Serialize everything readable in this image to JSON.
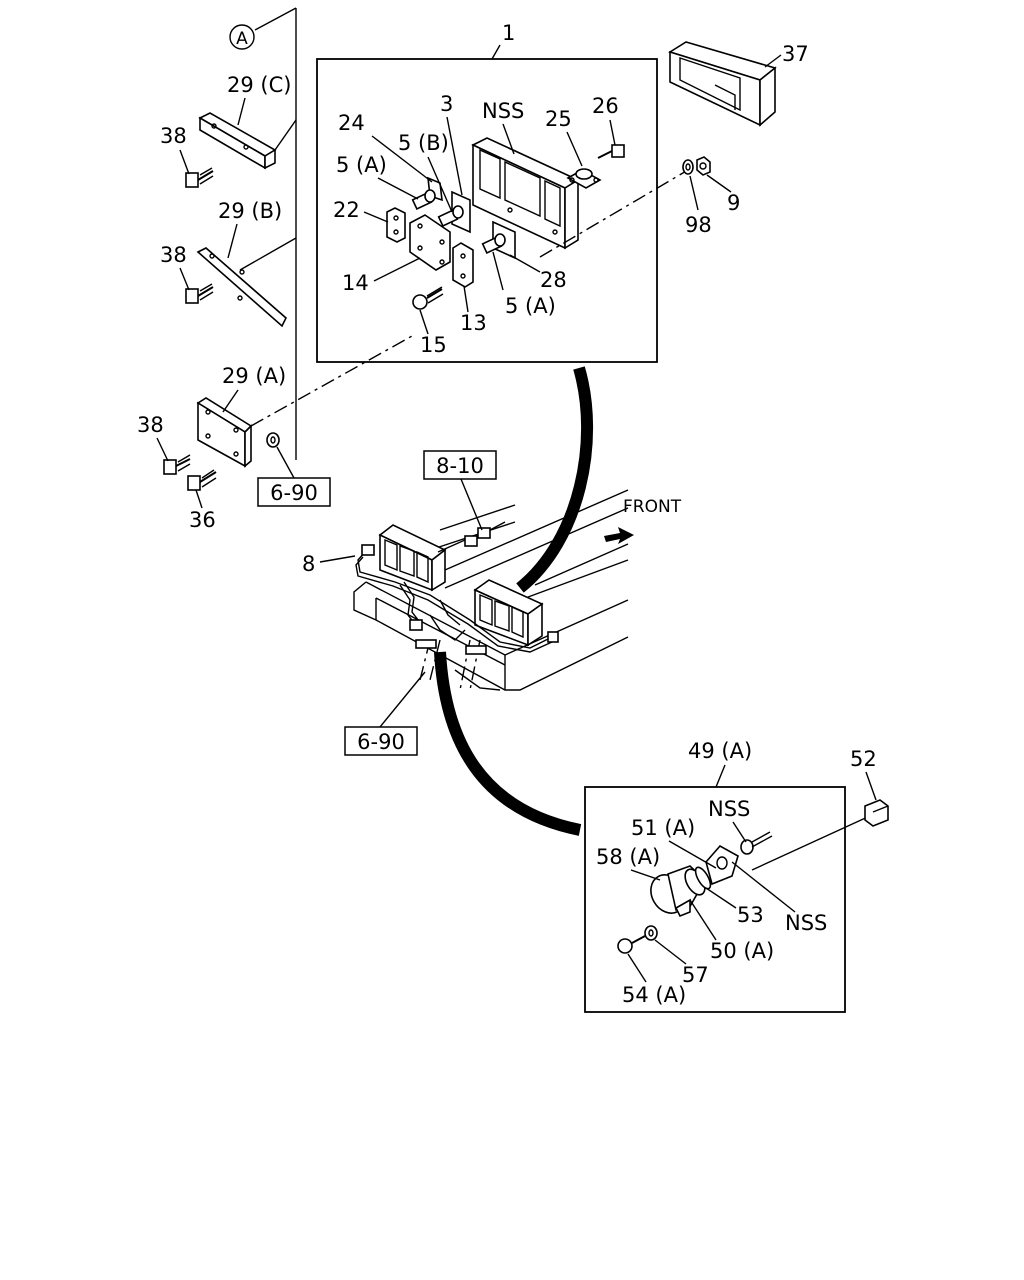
{
  "labels": {
    "ref_a": "A",
    "p1": "1",
    "p3": "3",
    "nss_top": "NSS",
    "p25": "25",
    "p26": "26",
    "p24": "24",
    "p5b": "5 (B)",
    "p5a_1": "5 (A)",
    "p22": "22",
    "p14": "14",
    "p15": "15",
    "p13": "13",
    "p5a_2": "5 (A)",
    "p28": "28",
    "p98": "98",
    "p9": "9",
    "p37": "37",
    "p29c": "29 (C)",
    "p29b": "29 (B)",
    "p29a": "29 (A)",
    "p38_1": "38",
    "p38_2": "38",
    "p38_3": "38",
    "p36": "36",
    "ref_690_1": "6-90",
    "ref_810": "8-10",
    "ref_690_2": "6-90",
    "front": "FRONT",
    "p8": "8",
    "p49a": "49 (A)",
    "p52": "52",
    "nss_b1": "NSS",
    "p51a": "51 (A)",
    "p58a": "58 (A)",
    "p53": "53",
    "nss_b2": "NSS",
    "p50a": "50 (A)",
    "p57": "57",
    "p54a": "54 (A)"
  }
}
